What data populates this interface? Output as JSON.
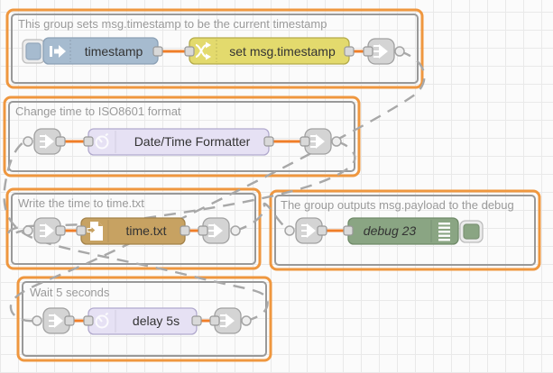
{
  "app": {
    "name": "node-red-flow-editor"
  },
  "colors": {
    "group_selected_border": "#ef973f",
    "group_border": "#999999",
    "wire": "#f07e28",
    "link_wire": "#a8a8a8",
    "inject": "#a6bbcf",
    "change": "#e3da6d",
    "moment": "#e6e1f4",
    "file": "#c7a262",
    "debug": "#8aa583",
    "delay": "#e6e1f4",
    "link_node": "#d4d4d4"
  },
  "groups": [
    {
      "title": "This group sets msg.timestamp to be the current timestamp"
    },
    {
      "title": "Change time to ISO8601 format"
    },
    {
      "title": "Write the time to time.txt"
    },
    {
      "title": "The group outputs msg.payload to the debug"
    },
    {
      "title": "Wait 5 seconds"
    }
  ],
  "nodes": {
    "inject": {
      "label": "timestamp"
    },
    "change": {
      "label": "set msg.timestamp"
    },
    "moment": {
      "label": "Date/Time Formatter"
    },
    "file": {
      "label": "time.txt"
    },
    "debug": {
      "label": "debug 23"
    },
    "delay": {
      "label": "delay 5s"
    }
  }
}
